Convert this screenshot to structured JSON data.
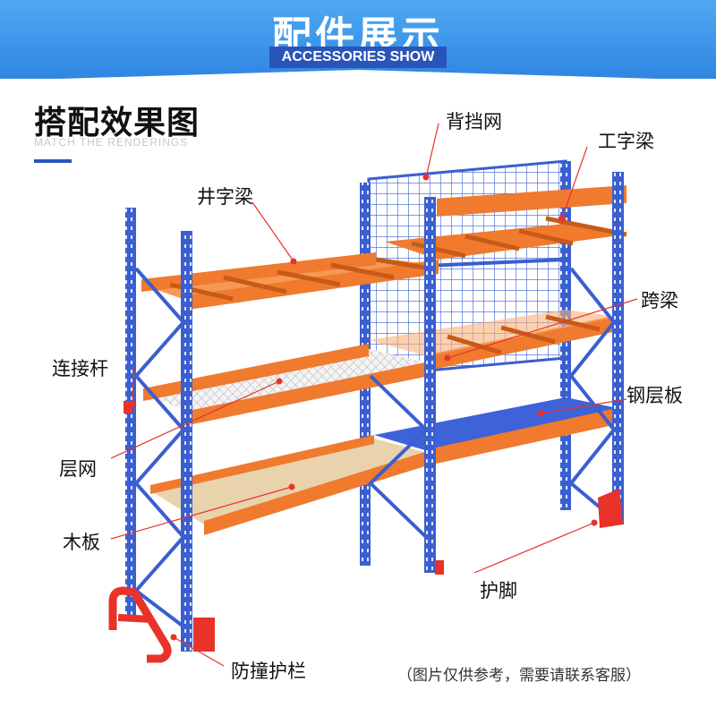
{
  "header": {
    "title": "配件展示",
    "subtitle": "ACCESSORIES SHOW"
  },
  "section": {
    "title": "搭配效果图",
    "subtitle": "MATCH THE RENDERINGS"
  },
  "labels": {
    "back_net": "背挡网",
    "i_beam": "工字梁",
    "cross_beam": "井字梁",
    "span_beam": "跨梁",
    "connecting_rod": "连接杆",
    "steel_shelf": "钢层板",
    "layer_net": "层网",
    "wood_board": "木板",
    "foot_guard": "护脚",
    "anti_collision_rail": "防撞护栏"
  },
  "note": "（图片仅供参考，需要请联系客服）",
  "colors": {
    "banner": "#3a94ea",
    "upright_blue": "#3a5fd0",
    "beam_orange": "#f07a2e",
    "guard_red": "#e8322a",
    "wood": "#e9d3ad",
    "steel_plate": "#3e62d8",
    "callout_line": "#e8322a"
  }
}
